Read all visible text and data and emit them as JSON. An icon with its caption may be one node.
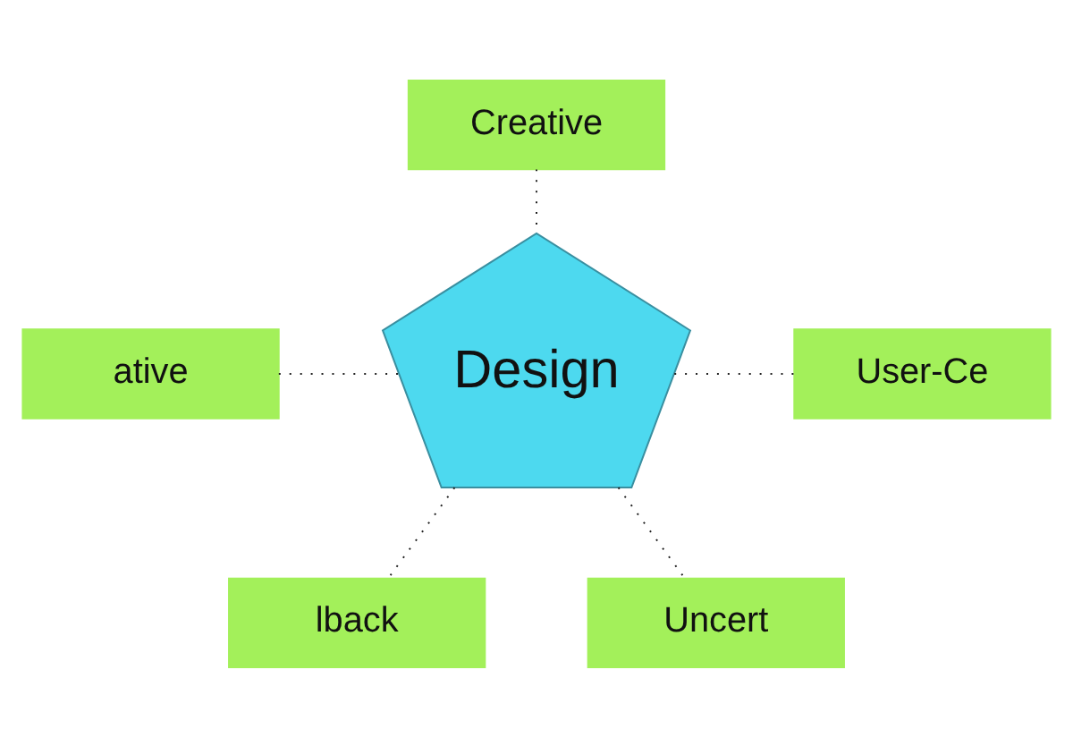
{
  "diagram": {
    "nodes": [
      {
        "text": [
          "Creative"
        ]
      },
      {
        "text": [
          "ative"
        ]
      },
      {
        "text": [
          "Design"
        ]
      },
      {
        "text": [
          "User-Ce"
        ]
      },
      {
        "text": [
          "lback"
        ]
      },
      {
        "text": [
          "Uncert"
        ]
      }
    ],
    "edges": [
      {
        "from": 0,
        "to": 2,
        "arrow": "none",
        "style": "dashed"
      },
      {
        "from": 1,
        "to": 2,
        "arrow": "none",
        "style": "dashed"
      },
      {
        "from": 2,
        "to": 3,
        "arrow": "none",
        "style": "dashed"
      },
      {
        "from": 2,
        "to": 4,
        "arrow": "none",
        "style": "dashed"
      },
      {
        "from": 2,
        "to": 5,
        "arrow": "none",
        "style": "dashed"
      }
    ]
  }
}
